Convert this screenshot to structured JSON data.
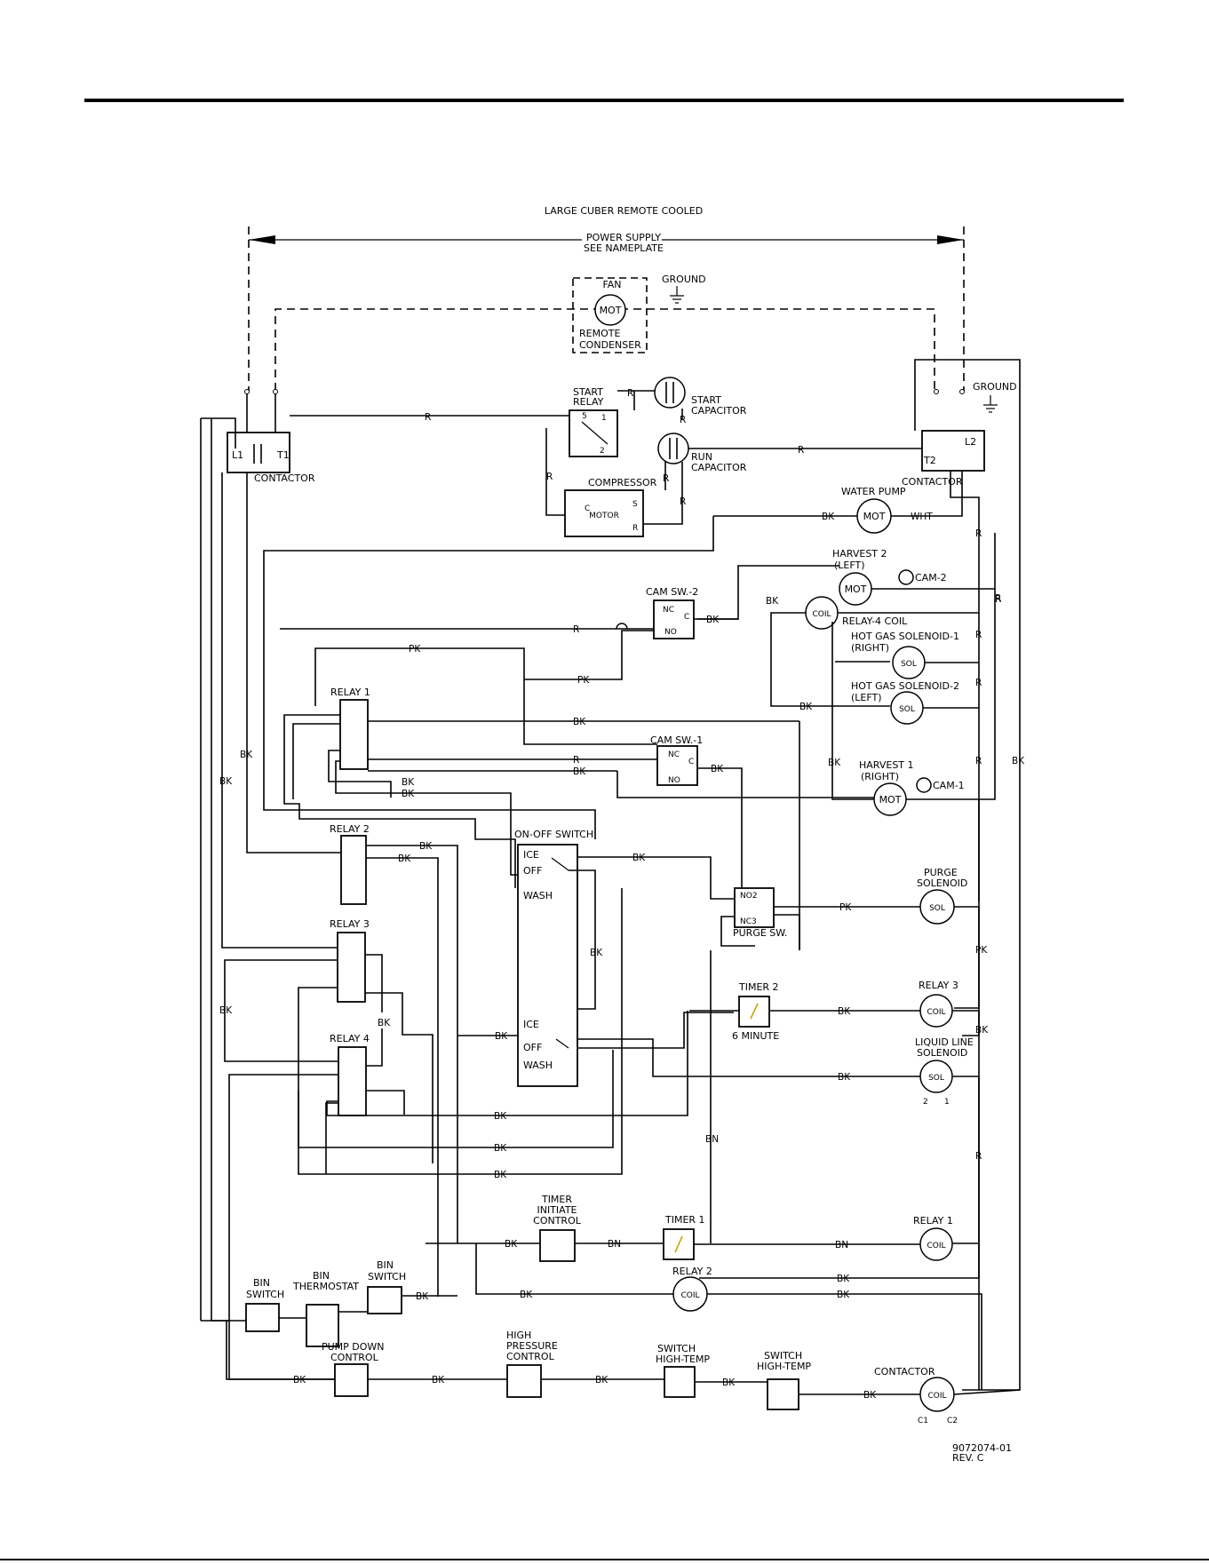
{
  "header": {
    "rule": true
  },
  "diagram": {
    "title": "LARGE CUBER REMOTE COOLED",
    "power_supply": [
      "POWER SUPPLY",
      "SEE NAMEPLATE"
    ],
    "ground_top": "GROUND",
    "ground_right": "GROUND",
    "remote_condenser": {
      "fan": "FAN",
      "mot": "MOT",
      "label1": "REMOTE",
      "label2": "CONDENSER"
    },
    "contactor_left": {
      "l1": "L1",
      "t1": "T1",
      "label": "CONTACTOR"
    },
    "contactor_right": {
      "t2": "T2",
      "l2": "L2",
      "label": "CONTACTOR"
    },
    "start_relay": {
      "label1": "START",
      "label2": "RELAY"
    },
    "start_capacitor": {
      "label1": "START",
      "label2": "CAPACITOR"
    },
    "run_capacitor": {
      "label1": "RUN",
      "label2": "CAPACITOR"
    },
    "compressor": {
      "label": "COMPRESSOR",
      "motor": "MOTOR",
      "c": "C",
      "s": "S",
      "r": "R"
    },
    "water_pump": {
      "label": "WATER PUMP",
      "mot": "MOT",
      "bk": "BK",
      "wht": "WHT"
    },
    "harvest2": {
      "label1": "HARVEST 2",
      "label2": "(LEFT)",
      "mot": "MOT",
      "cam": "CAM-2"
    },
    "relay4coil": {
      "coil": "COIL",
      "label": "RELAY-4 COIL"
    },
    "hotgas1": {
      "label1": "HOT GAS SOLENOID-1",
      "label2": "(RIGHT)",
      "sol": "SOL"
    },
    "hotgas2": {
      "label1": "HOT GAS SOLENOID-2",
      "label2": "(LEFT)",
      "sol": "SOL"
    },
    "harvest1": {
      "label1": "HARVEST 1",
      "label2": "(RIGHT)",
      "mot": "MOT",
      "cam": "CAM-1"
    },
    "cam_sw2": {
      "label": "CAM SW.-2",
      "nc": "NC",
      "no": "NO",
      "c": "C"
    },
    "cam_sw1": {
      "label": "CAM SW.-1",
      "nc": "NC",
      "no": "NO",
      "c": "C"
    },
    "relay1": "RELAY 1",
    "relay2": "RELAY 2",
    "relay3": "RELAY 3",
    "relay4": "RELAY 4",
    "onoff": {
      "label": "ON-OFF SWITCH",
      "ice": "ICE",
      "off": "OFF",
      "wash": "WASH"
    },
    "purge_sw": {
      "label": "PURGE SW.",
      "no2": "NO2",
      "nc3": "NC3"
    },
    "purge_sol": {
      "label1": "PURGE",
      "label2": "SOLENOID",
      "sol": "SOL"
    },
    "timer2": {
      "label": "TIMER 2",
      "sub": "6 MINUTE"
    },
    "relay3coil": {
      "label": "RELAY 3",
      "coil": "COIL"
    },
    "liquid_line": {
      "label1": "LIQUID LINE",
      "label2": "SOLENOID",
      "sol": "SOL"
    },
    "timer_initiate": {
      "label1": "TIMER",
      "label2": "INITIATE",
      "label3": "CONTROL"
    },
    "timer1": {
      "label": "TIMER 1"
    },
    "relay1coil": {
      "label": "RELAY 1",
      "coil": "COIL"
    },
    "relay2coil": {
      "label": "RELAY 2",
      "coil": "COIL"
    },
    "bin_switch1": {
      "label1": "BIN",
      "label2": "SWITCH"
    },
    "bin_thermostat": {
      "label1": "BIN",
      "label2": "THERMOSTAT"
    },
    "bin_switch2": {
      "label1": "BIN",
      "label2": "SWITCH"
    },
    "pump_down": {
      "label1": "PUMP DOWN",
      "label2": "CONTROL"
    },
    "high_pressure": {
      "label1": "HIGH",
      "label2": "PRESSURE",
      "label3": "CONTROL"
    },
    "hightemp1": {
      "label1": "SWITCH",
      "label2": "HIGH-TEMP"
    },
    "hightemp2": {
      "label1": "SWITCH",
      "label2": "HIGH-TEMP"
    },
    "contactor_coil": {
      "label": "CONTACTOR",
      "coil": "COIL",
      "c1": "C1",
      "c2": "C2"
    },
    "part_number": "9072074-01",
    "rev": "REV. C",
    "wire_codes": {
      "r": "R",
      "bk": "BK",
      "pk": "PK",
      "bn": "BN",
      "wht": "WHT"
    }
  }
}
